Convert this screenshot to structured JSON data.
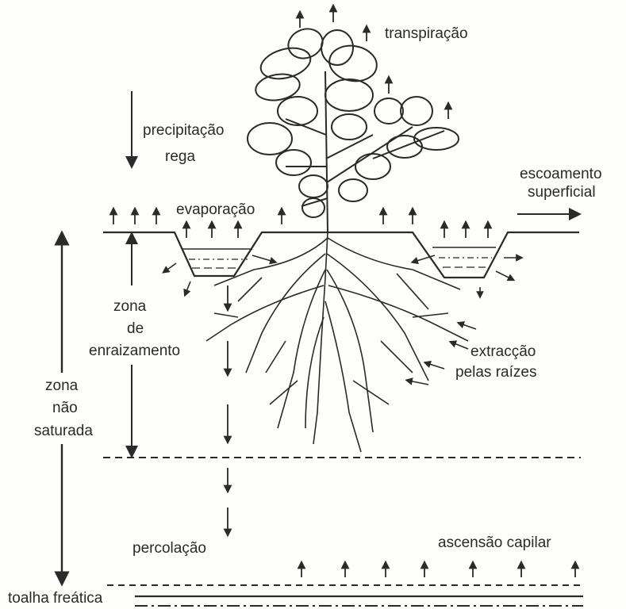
{
  "labels": {
    "transpiracao": "transpiração",
    "precipitacao": "precipitação",
    "rega": "rega",
    "escoamento_1": "escoamento",
    "escoamento_2": "superficial",
    "evaporacao": "evaporação",
    "zona_enraizamento_1": "zona",
    "zona_enraizamento_2": "de",
    "zona_enraizamento_3": "enraizamento",
    "zona_nao_saturada_1": "zona",
    "zona_nao_saturada_2": "não",
    "zona_nao_saturada_3": "saturada",
    "extraccao_1": "extracção",
    "extraccao_2": "pelas raízes",
    "percolacao": "percolação",
    "ascensao": "ascensão capilar",
    "toalha": "toalha freática"
  },
  "colors": {
    "ink": "#2a2a2a",
    "background": "#fdfdfb"
  }
}
